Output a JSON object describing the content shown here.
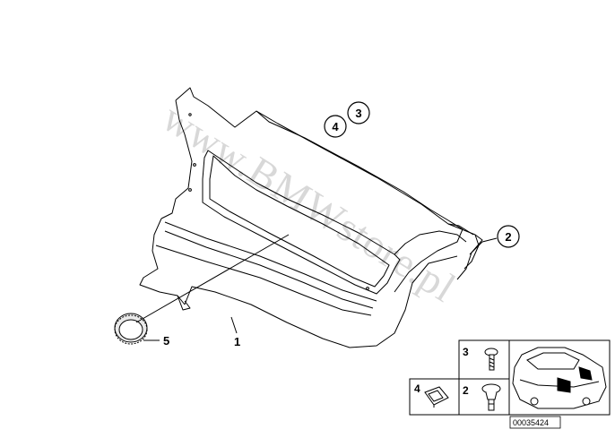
{
  "watermark": "www.BMWstore.pl",
  "callouts": {
    "c1": "1",
    "c2": "2",
    "c3": "3",
    "c4": "4",
    "c5": "5"
  },
  "parts_key": {
    "k3": "3",
    "k2": "2",
    "k4": "4"
  },
  "diagram_ref": "00035424"
}
